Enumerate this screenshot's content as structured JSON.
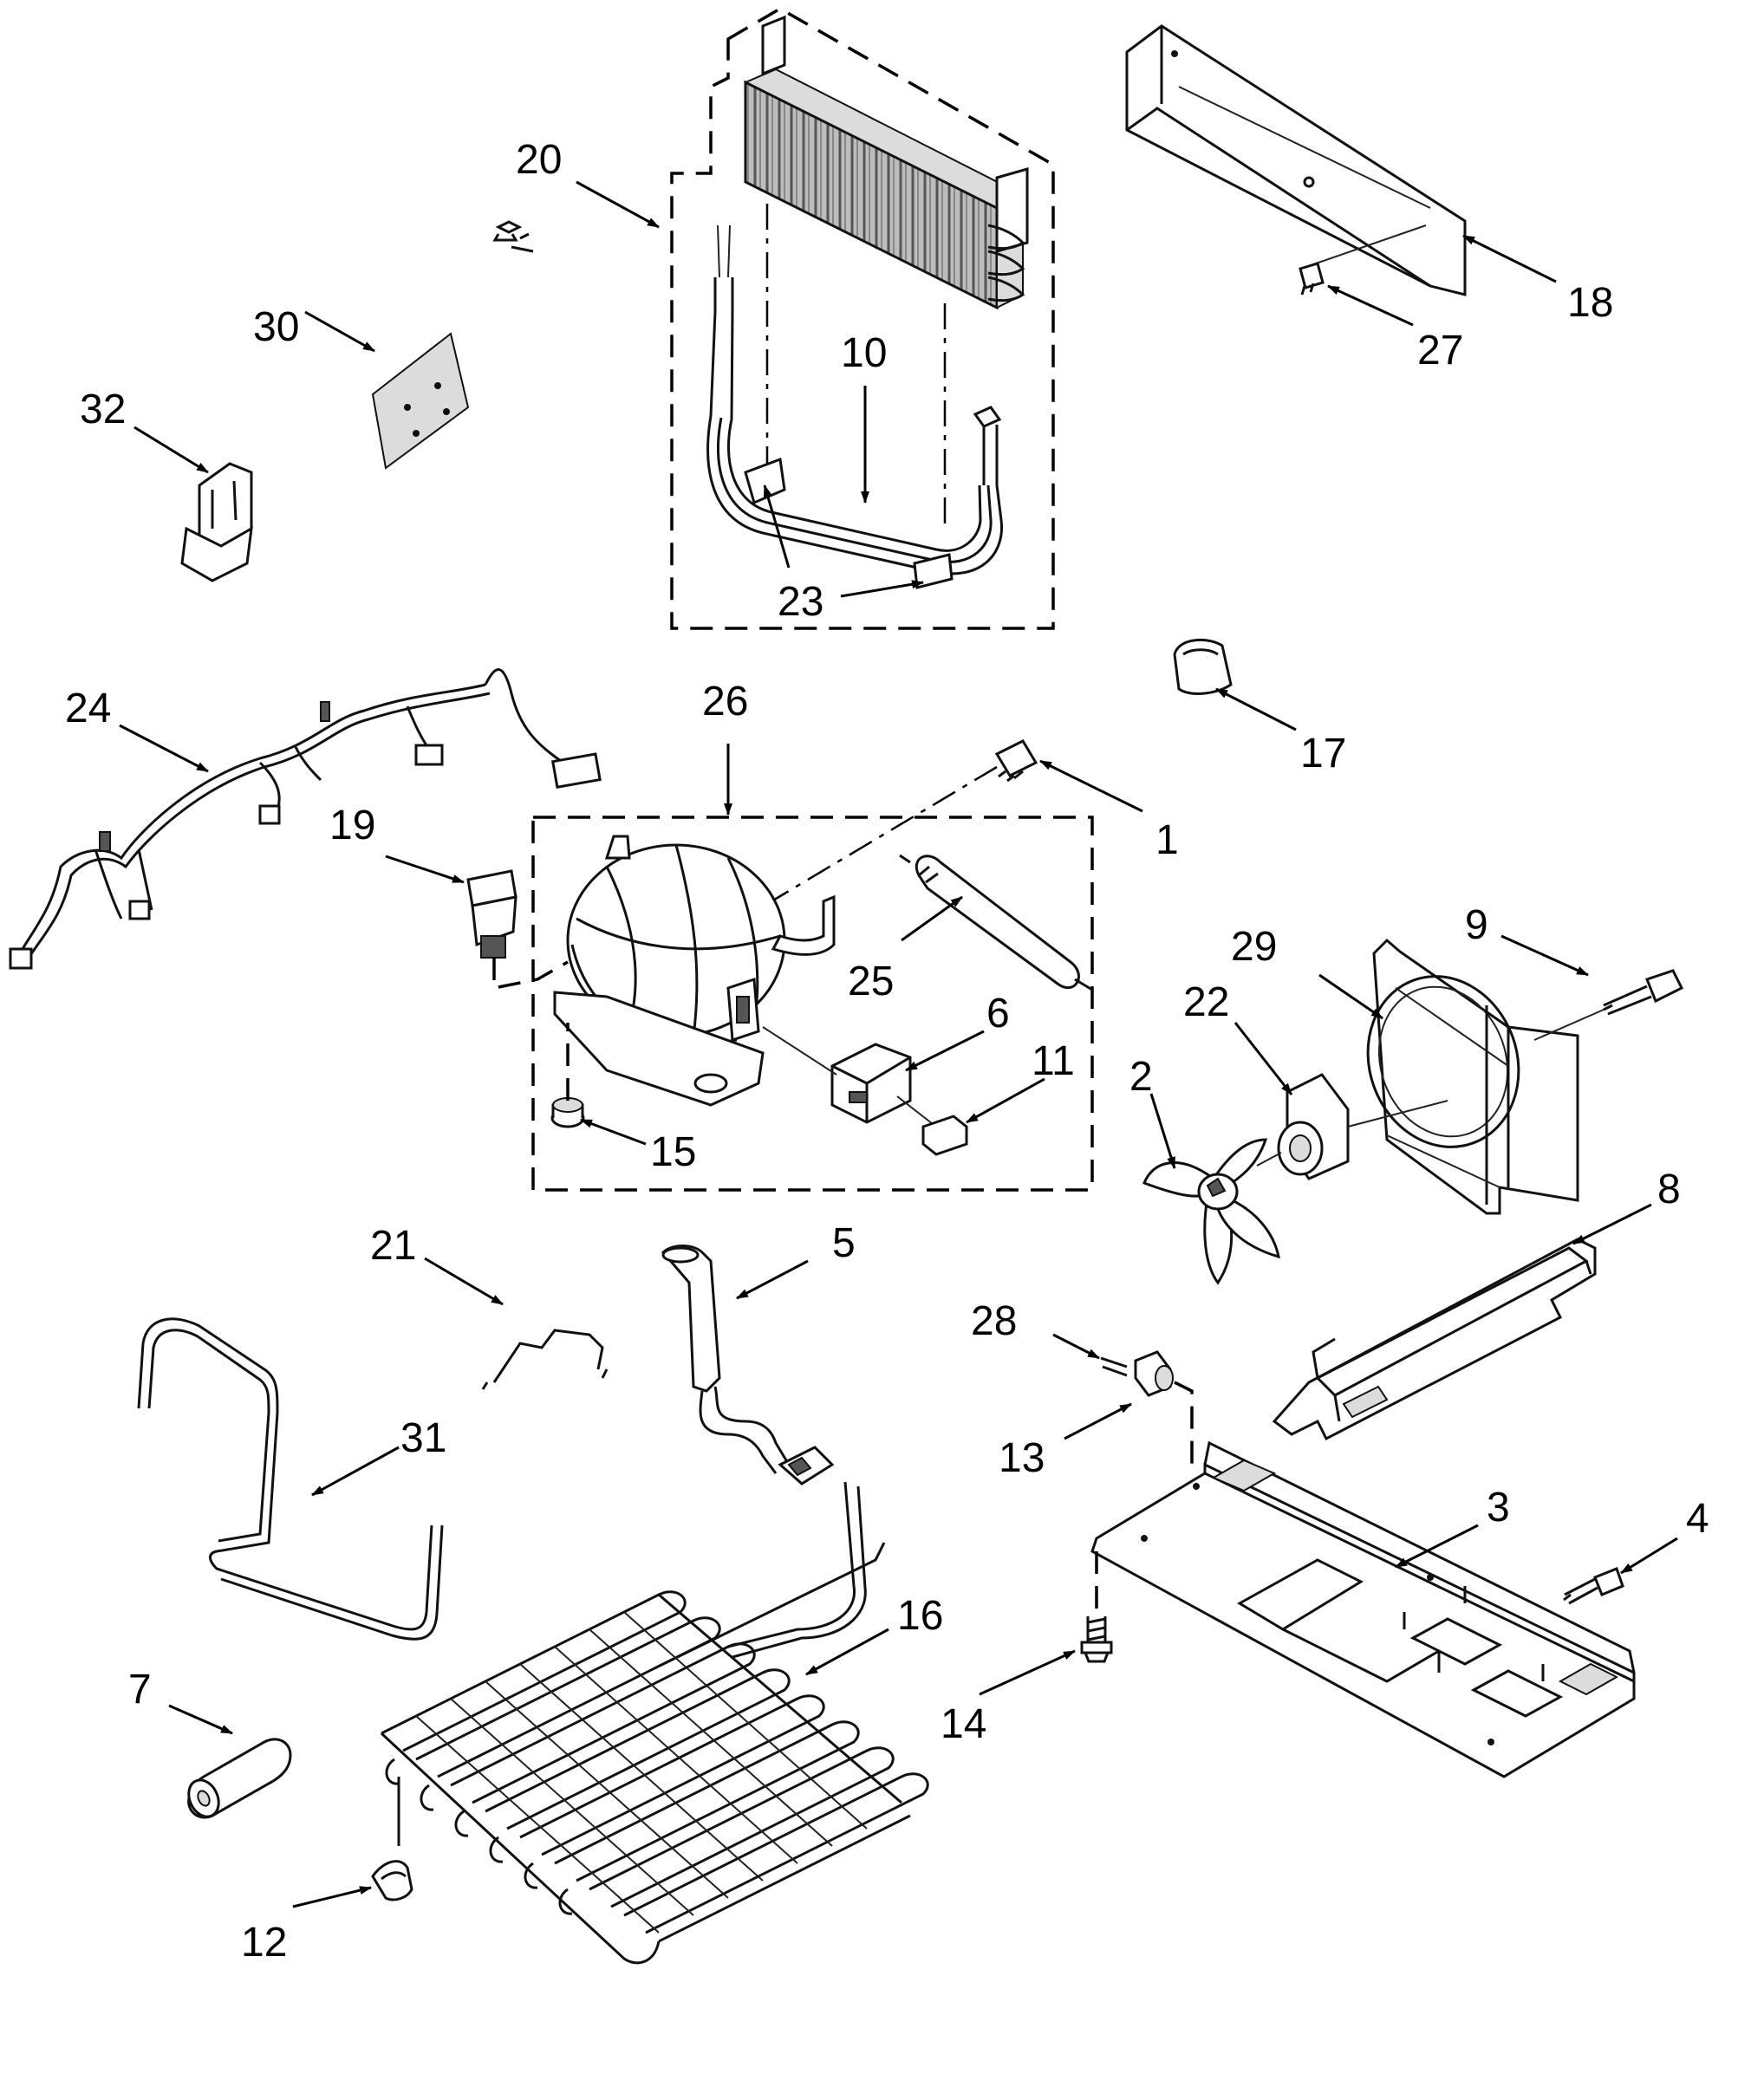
{
  "callouts": [
    {
      "id": "20",
      "label": "20"
    },
    {
      "id": "10",
      "label": "10"
    },
    {
      "id": "23",
      "label": "23"
    },
    {
      "id": "18",
      "label": "18"
    },
    {
      "id": "27",
      "label": "27"
    },
    {
      "id": "30",
      "label": "30"
    },
    {
      "id": "32",
      "label": "32"
    },
    {
      "id": "24",
      "label": "24"
    },
    {
      "id": "26",
      "label": "26"
    },
    {
      "id": "17",
      "label": "17"
    },
    {
      "id": "1",
      "label": "1"
    },
    {
      "id": "19",
      "label": "19"
    },
    {
      "id": "25",
      "label": "25"
    },
    {
      "id": "29",
      "label": "29"
    },
    {
      "id": "9",
      "label": "9"
    },
    {
      "id": "6",
      "label": "6"
    },
    {
      "id": "22",
      "label": "22"
    },
    {
      "id": "11",
      "label": "11"
    },
    {
      "id": "2",
      "label": "2"
    },
    {
      "id": "15",
      "label": "15"
    },
    {
      "id": "8",
      "label": "8"
    },
    {
      "id": "21",
      "label": "21"
    },
    {
      "id": "5",
      "label": "5"
    },
    {
      "id": "28",
      "label": "28"
    },
    {
      "id": "31",
      "label": "31"
    },
    {
      "id": "13",
      "label": "13"
    },
    {
      "id": "3",
      "label": "3"
    },
    {
      "id": "4",
      "label": "4"
    },
    {
      "id": "16",
      "label": "16"
    },
    {
      "id": "7",
      "label": "7"
    },
    {
      "id": "14",
      "label": "14"
    },
    {
      "id": "12",
      "label": "12"
    }
  ]
}
